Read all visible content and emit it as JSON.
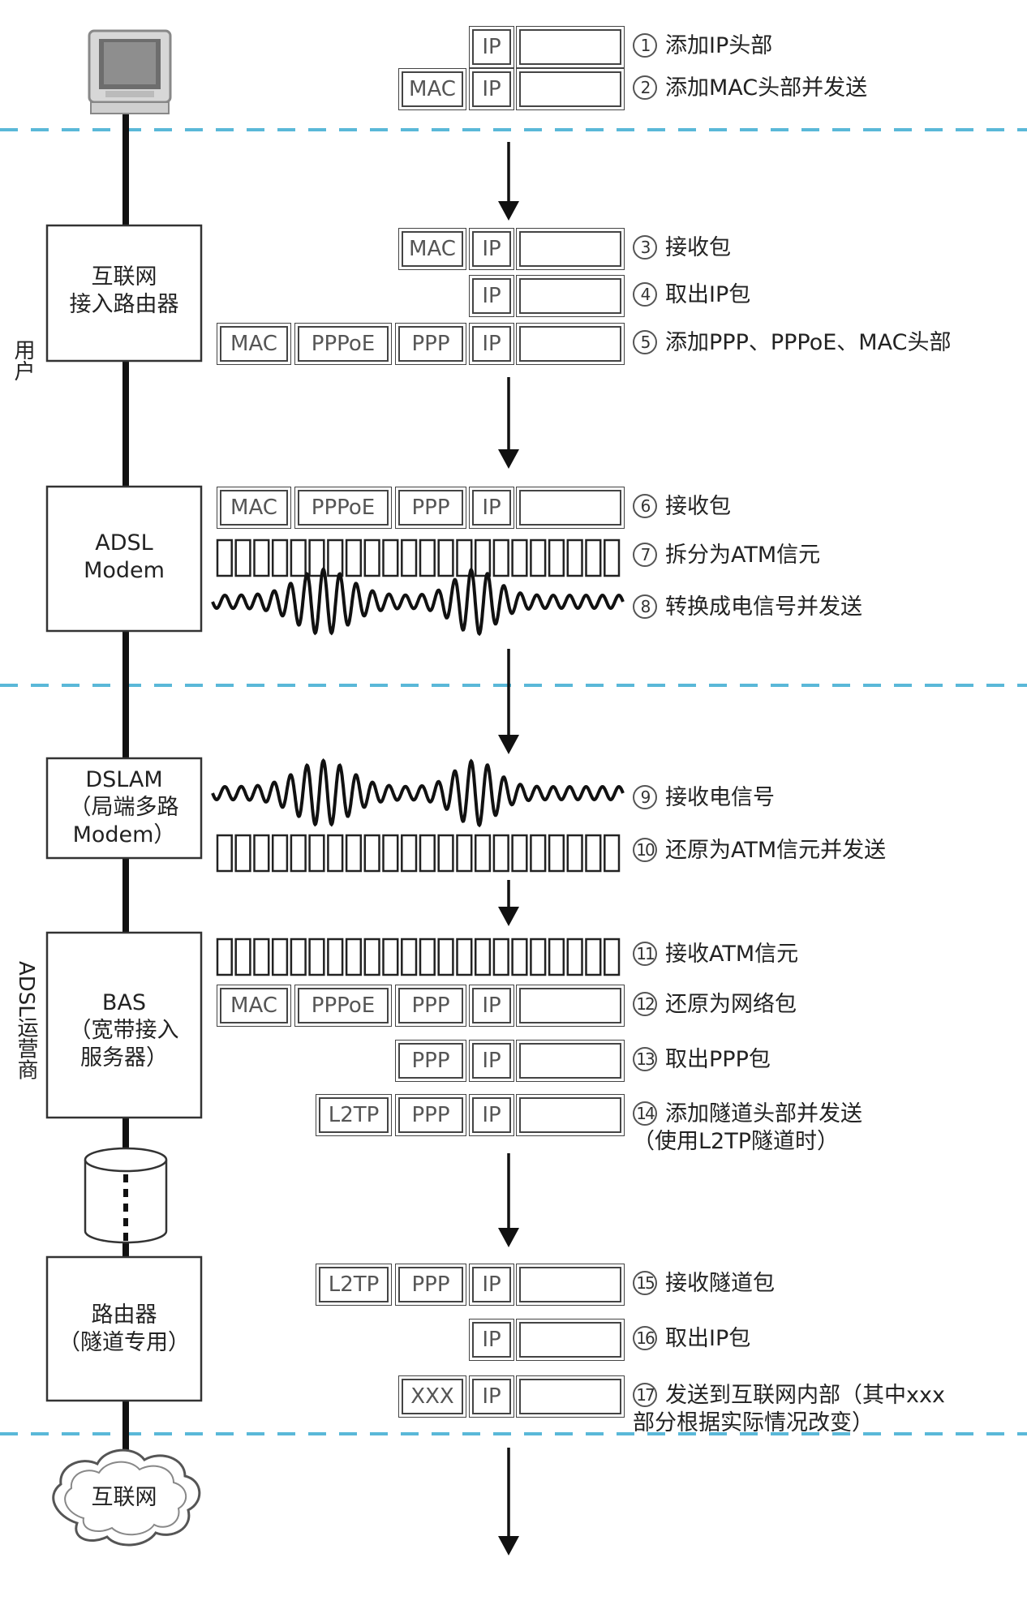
{
  "zones": {
    "user": "用户",
    "isp": "ADSL运营商"
  },
  "devices": {
    "router": "互联网\n接入路由器",
    "modem": "ADSL\nModem",
    "dslam": "DSLAM\n（局端多路\nModem）",
    "bas": "BAS\n（宽带接入\n服务器）",
    "tunnel_router": "路由器\n（隧道专用）",
    "internet": "互联网"
  },
  "header_labels": {
    "ip": "IP",
    "mac": "MAC",
    "pppoe": "PPPoE",
    "ppp": "PPP",
    "l2tp": "L2TP",
    "xxx": "XXX"
  },
  "steps": [
    {
      "num": "1",
      "text": "添加IP头部"
    },
    {
      "num": "2",
      "text": "添加MAC头部并发送"
    },
    {
      "num": "3",
      "text": "接收包"
    },
    {
      "num": "4",
      "text": "取出IP包"
    },
    {
      "num": "5",
      "text": "添加PPP、PPPoE、MAC头部"
    },
    {
      "num": "6",
      "text": "接收包"
    },
    {
      "num": "7",
      "text": "拆分为ATM信元"
    },
    {
      "num": "8",
      "text": "转换成电信号并发送"
    },
    {
      "num": "9",
      "text": "接收电信号"
    },
    {
      "num": "10",
      "text": "还原为ATM信元并发送"
    },
    {
      "num": "11",
      "text": "接收ATM信元"
    },
    {
      "num": "12",
      "text": "还原为网络包"
    },
    {
      "num": "13",
      "text": "取出PPP包"
    },
    {
      "num": "14",
      "text": "添加隧道头部并发送\n（使用L2TP隧道时）"
    },
    {
      "num": "15",
      "text": "接收隧道包"
    },
    {
      "num": "16",
      "text": "取出IP包"
    },
    {
      "num": "17",
      "text": "发送到互联网内部（其中xxx\n部分根据实际情况改变）"
    }
  ],
  "colors": {
    "divider": "#5ab8d8",
    "line": "#111111",
    "box_border": "#333333"
  }
}
